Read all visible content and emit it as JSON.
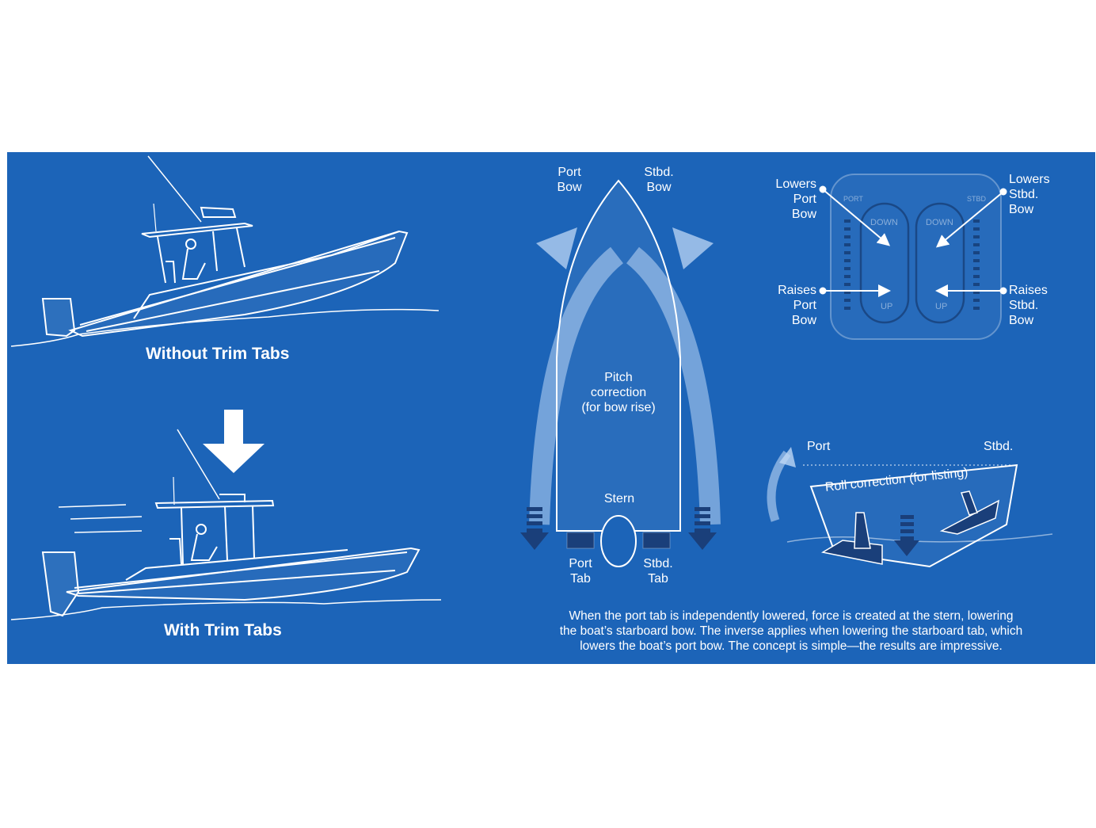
{
  "left": {
    "title_without": "Without Trim Tabs",
    "title_with": "With Trim Tabs"
  },
  "hull": {
    "port_bow": [
      "Port",
      "Bow"
    ],
    "stbd_bow": [
      "Stbd.",
      "Bow"
    ],
    "pitch": [
      "Pitch",
      "correction",
      "(for bow rise)"
    ],
    "stern": "Stern",
    "port_tab": [
      "Port",
      "Tab"
    ],
    "stbd_tab": [
      "Stbd.",
      "Tab"
    ]
  },
  "control": {
    "lowers_port": [
      "Lowers",
      "Port",
      "Bow"
    ],
    "lowers_stbd": [
      "Lowers",
      "Stbd.",
      "Bow"
    ],
    "raises_port": [
      "Raises",
      "Port",
      "Bow"
    ],
    "raises_stbd": [
      "Raises",
      "Stbd.",
      "Bow"
    ],
    "switch_port": "PORT",
    "switch_stbd": "STBD",
    "down": "DOWN",
    "up": "UP"
  },
  "roll": {
    "port": "Port",
    "stbd": "Stbd.",
    "label": "Roll correction (for listing)"
  },
  "caption": [
    "When the port tab is independently lowered, force is created at the stern, lowering",
    "the boat’s starboard bow. The inverse applies when lowering the starboard tab, which",
    "lowers the boat’s port bow. The concept is simple—the results are impressive."
  ],
  "colors": {
    "background": "#1c64b8",
    "line": "#ffffff",
    "dark_arrow": "#1a3f7a"
  }
}
